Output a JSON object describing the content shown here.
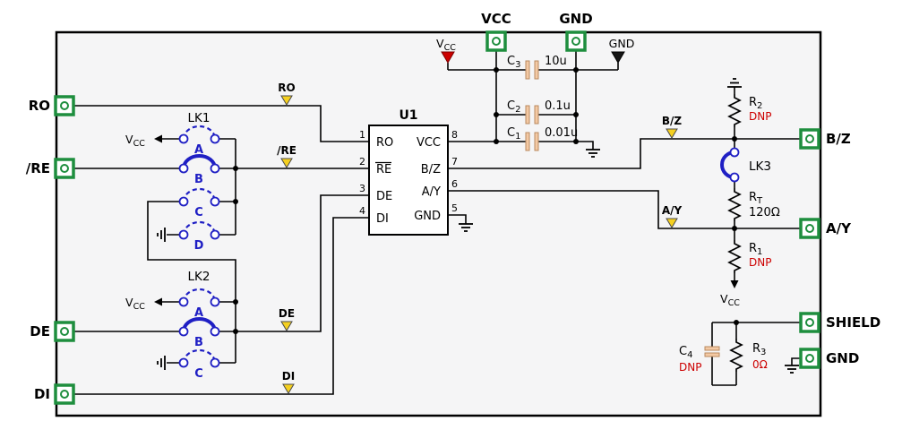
{
  "colors": {
    "terminal_green": "#1e8e3e",
    "net_flag_yellow": "#f5d020",
    "jumper_blue": "#1f1fc4",
    "vcc_flag_red": "#cc0000",
    "gnd_flag_black": "#151515",
    "dnp_red": "#cc0000",
    "sheet_fill": "#f5f5f6"
  },
  "terminals": {
    "ro": "RO",
    "re": "/RE",
    "de": "DE",
    "di": "DI",
    "vcc": "VCC",
    "gnd_top": "GND",
    "bz": "B/Z",
    "ay": "A/Y",
    "shield": "SHIELD",
    "gnd_right": "GND"
  },
  "net_flags": {
    "ro": "RO",
    "re": "/RE",
    "de": "DE",
    "di": "DI",
    "bz": "B/Z",
    "ay": "A/Y"
  },
  "power": {
    "v": "V",
    "cc": "CC",
    "gnd": "GND"
  },
  "u1": {
    "ref": "U1",
    "pins_left": [
      {
        "num": "1",
        "name": "RO"
      },
      {
        "num": "2",
        "name": "RE"
      },
      {
        "num": "3",
        "name": "DE"
      },
      {
        "num": "4",
        "name": "DI"
      }
    ],
    "pins_right": [
      {
        "num": "8",
        "name": "VCC"
      },
      {
        "num": "7",
        "name": "B/Z"
      },
      {
        "num": "6",
        "name": "A/Y"
      },
      {
        "num": "5",
        "name": "GND"
      }
    ]
  },
  "capacitors": {
    "c3": {
      "ref": "C",
      "sub": "3",
      "value": "10u"
    },
    "c2": {
      "ref": "C",
      "sub": "2",
      "value": "0.1u"
    },
    "c1": {
      "ref": "C",
      "sub": "1",
      "value": "0.01u"
    },
    "c4": {
      "ref": "C",
      "sub": "4",
      "value": "DNP"
    }
  },
  "resistors": {
    "r2": {
      "ref": "R",
      "sub": "2",
      "value": "DNP"
    },
    "rt": {
      "ref": "R",
      "sub": "T",
      "value": "120Ω"
    },
    "r1": {
      "ref": "R",
      "sub": "1",
      "value": "DNP"
    },
    "r3": {
      "ref": "R",
      "sub": "3",
      "value": "0Ω"
    }
  },
  "jumpers": {
    "lk1": {
      "label": "LK1",
      "options": [
        "A",
        "B",
        "C",
        "D"
      ],
      "selected": "B"
    },
    "lk2": {
      "label": "LK2",
      "options": [
        "A",
        "B",
        "C"
      ],
      "selected": "B"
    },
    "lk3": {
      "label": "LK3"
    }
  }
}
